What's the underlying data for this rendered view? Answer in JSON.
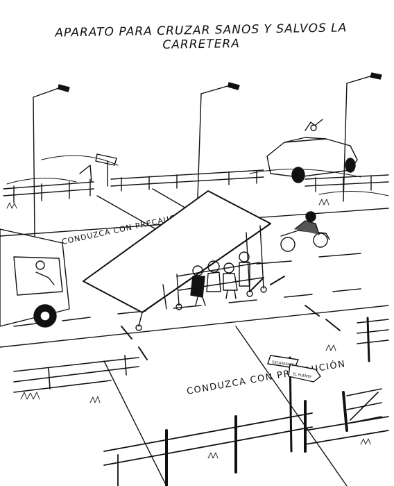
{
  "title": "APARATO PARA CRUZAR SANOS Y SALVOS LA CARRETERA",
  "road_text_top": "CONDUZCA CON PRECAUCIÓN",
  "road_text_bottom": "CONDUZCA CON PRECAUCIÓN",
  "signpost": {
    "sign_left": "ESCAPARATE",
    "sign_right": "EL PUENTE"
  },
  "colors": {
    "ink": "#111111",
    "paper": "#ffffff"
  }
}
